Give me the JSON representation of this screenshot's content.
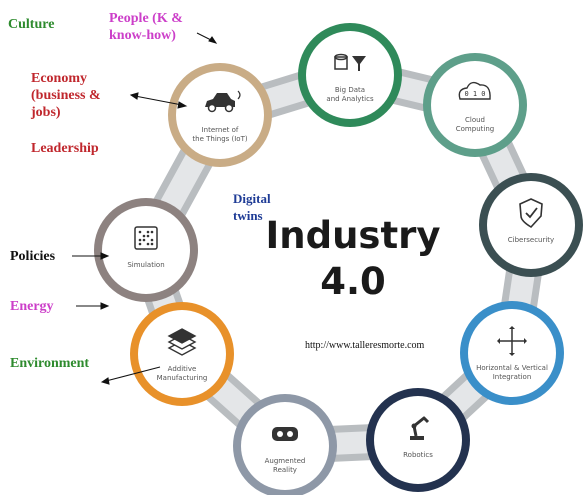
{
  "side_labels": {
    "culture": "Culture",
    "people": "People (K &\nknow-how)",
    "economy": "Economy\n(business &\njobs)",
    "leadership": "Leadership",
    "policies": "Policies",
    "energy": "Energy",
    "environment": "Environment"
  },
  "center": {
    "title_line1": "Industry",
    "title_line2": "4.0",
    "digital_twins": "Digital\ntwins",
    "url": "http://www.talleresmorte.com"
  },
  "nodes": [
    {
      "label1": "Big Data",
      "label2": "and Analytics",
      "icon": "funnel-data-icon",
      "color": "#2f8a5a"
    },
    {
      "label1": "Cloud",
      "label2": "Computing",
      "icon": "cloud-binary-icon",
      "color": "#5e9f8a"
    },
    {
      "label1": "Cibersecurity",
      "label2": "",
      "icon": "shield-check-icon",
      "color": "#3b4f52"
    },
    {
      "label1": "Horizontal & Vertical",
      "label2": "Integration",
      "icon": "move-arrows-icon",
      "color": "#3a8fc9"
    },
    {
      "label1": "Robotics",
      "label2": "",
      "icon": "robot-arm-icon",
      "color": "#23324f"
    },
    {
      "label1": "Augmented",
      "label2": "Reality",
      "icon": "vr-headset-icon",
      "color": "#8e98a7"
    },
    {
      "label1": "Additive",
      "label2": "Manufacturing",
      "icon": "layers-icon",
      "color": "#e8912a"
    },
    {
      "label1": "Simulation",
      "label2": "",
      "icon": "dot-grid-icon",
      "color": "#8d8280"
    },
    {
      "label1": "Internet of",
      "label2": "the Things (IoT)",
      "icon": "car-icon",
      "color": "#c9ac86"
    }
  ],
  "colors": {
    "culture": "#2e8b2e",
    "people": "#cc3fc9",
    "economy": "#c0272d",
    "leadership": "#c0272d",
    "policies": "#111111",
    "energy": "#cc3fc9",
    "environment": "#2e8b2e"
  }
}
